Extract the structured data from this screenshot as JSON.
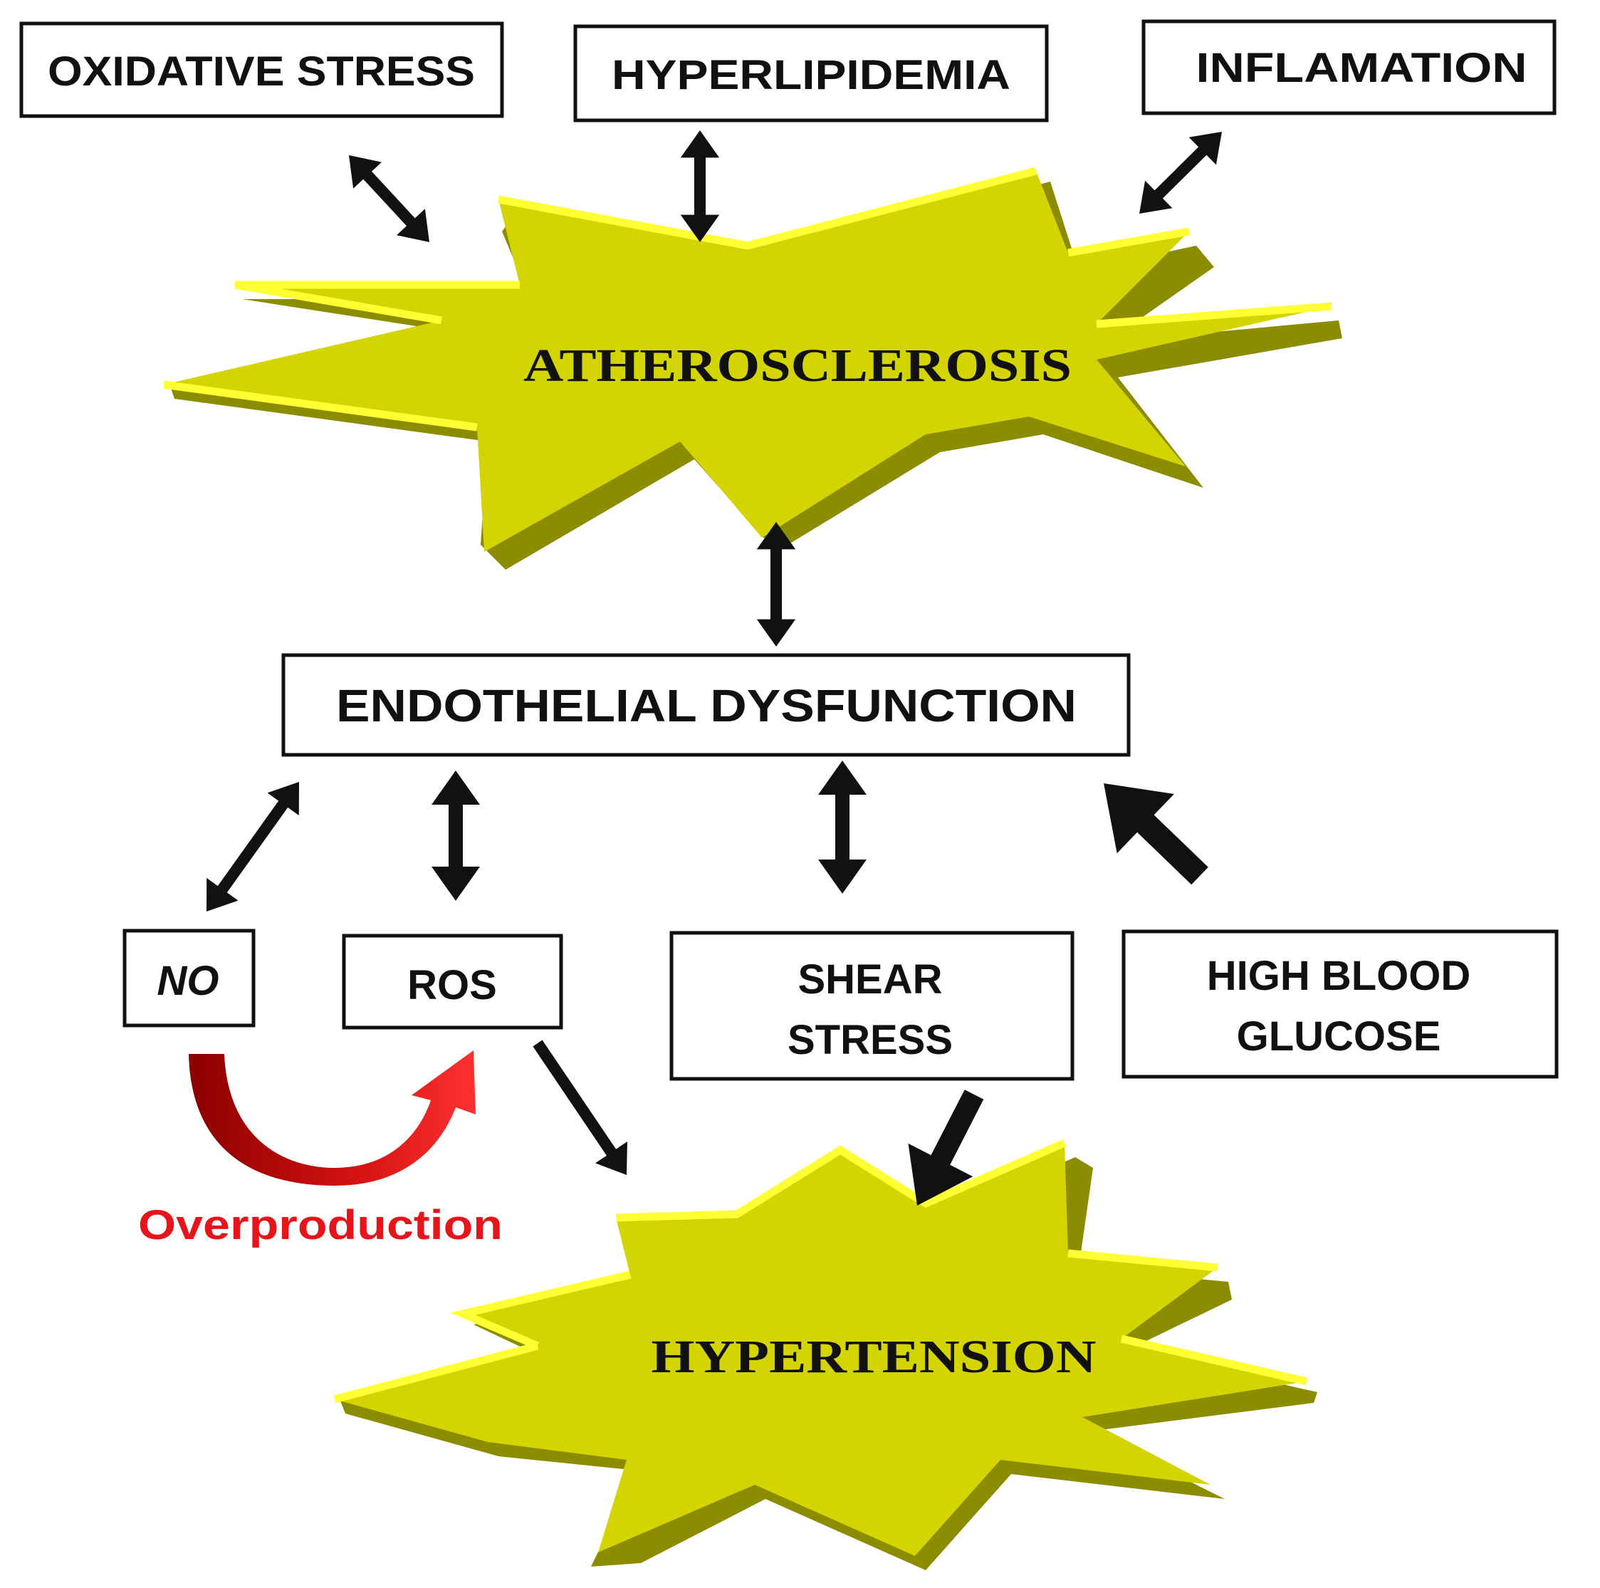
{
  "colors": {
    "box_border": "#111111",
    "arrow": "#111111",
    "burst_fill": "#D4D400",
    "burst_highlight": "#FFFF33",
    "burst_shadow": "#8C8C00",
    "overproduction": "#E8141C"
  },
  "top_factors": {
    "oxidative_stress": "OXIDATIVE STRESS",
    "hyperlipidemia": "HYPERLIPIDEMIA",
    "inflamation": "INFLAMATION"
  },
  "atherosclerosis": "ATHEROSCLEROSIS",
  "endothelial_dysfunction": "ENDOTHELIAL DYSFUNCTION",
  "lower_factors": {
    "no": "NO",
    "ros": "ROS",
    "shear_stress": [
      "SHEAR",
      "STRESS"
    ],
    "high_blood_glucose": [
      "HIGH BLOOD",
      "GLUCOSE"
    ]
  },
  "overproduction": "Overproduction",
  "hypertension": "HYPERTENSION"
}
